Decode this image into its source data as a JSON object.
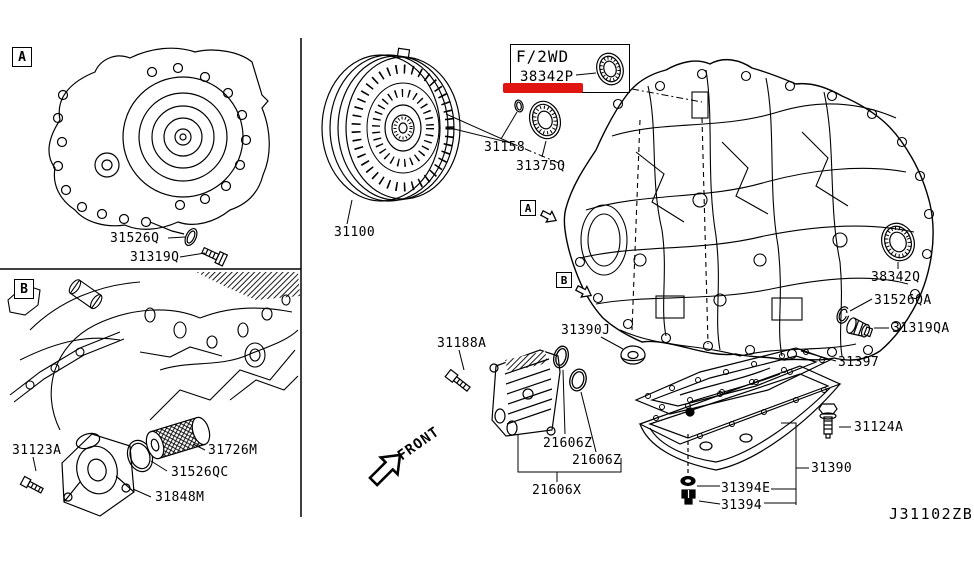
{
  "diagram": {
    "code": "J31102ZB",
    "front_label": "FRONT"
  },
  "refs": {
    "a": "A",
    "b": "B"
  },
  "callout": {
    "system": "F/2WD",
    "part": "38342P"
  },
  "colors": {
    "highlight": "#e0150f",
    "line": "#000000",
    "background": "#ffffff"
  },
  "parts": {
    "p31526Q": "31526Q",
    "p31319Q": "31319Q",
    "p31123A": "31123A",
    "p31726M": "31726M",
    "p31526QC": "31526QC",
    "p31848M": "31848M",
    "p31100": "31100",
    "p31158": "31158",
    "p31375Q": "31375Q",
    "p31188A": "31188A",
    "p31390J": "31390J",
    "p21606Z_1": "21606Z",
    "p21606Z_2": "21606Z",
    "p21606X": "21606X",
    "p38342Q": "38342Q",
    "p31526QA": "31526QA",
    "p31319QA": "31319QA",
    "p31397": "31397",
    "p31124A": "31124A",
    "p31390": "31390",
    "p31394E": "31394E",
    "p31394": "31394"
  }
}
